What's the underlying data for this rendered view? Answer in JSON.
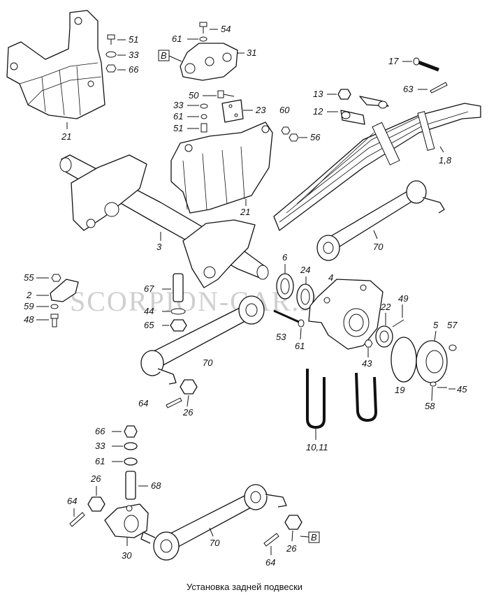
{
  "caption": "Установка задней подвески",
  "watermark": "SCORPION-CAR.RU",
  "view_marker": "B",
  "labels": {
    "p51a": "51",
    "p33a": "33",
    "p66a": "66",
    "p21a": "21",
    "p54": "54",
    "p61a": "61",
    "p31": "31",
    "p17": "17",
    "p63": "63",
    "p50": "50",
    "p33b": "33",
    "p61b": "61",
    "p51b": "51",
    "p23": "23",
    "p60": "60",
    "p56": "56",
    "p13": "13",
    "p12": "12",
    "p18": "1,8",
    "p21b": "21",
    "p3": "3",
    "p70a": "70",
    "p6": "6",
    "p24": "24",
    "p4": "4",
    "p55": "55",
    "p2": "2",
    "p59": "59",
    "p48": "48",
    "p67": "67",
    "p44": "44",
    "p65": "65",
    "p22": "22",
    "p49": "49",
    "p5": "5",
    "p57": "57",
    "p53": "53",
    "p61c": "61",
    "p43": "43",
    "p19": "19",
    "p58": "58",
    "p45": "45",
    "p70b": "70",
    "p64a": "64",
    "p26a": "26",
    "p1011": "10,11",
    "p66b": "66",
    "p33c": "33",
    "p61d": "61",
    "p68": "68",
    "p26b": "26",
    "p64b": "64",
    "p30": "30",
    "p70c": "70",
    "p64c": "64",
    "p26c": "26"
  }
}
